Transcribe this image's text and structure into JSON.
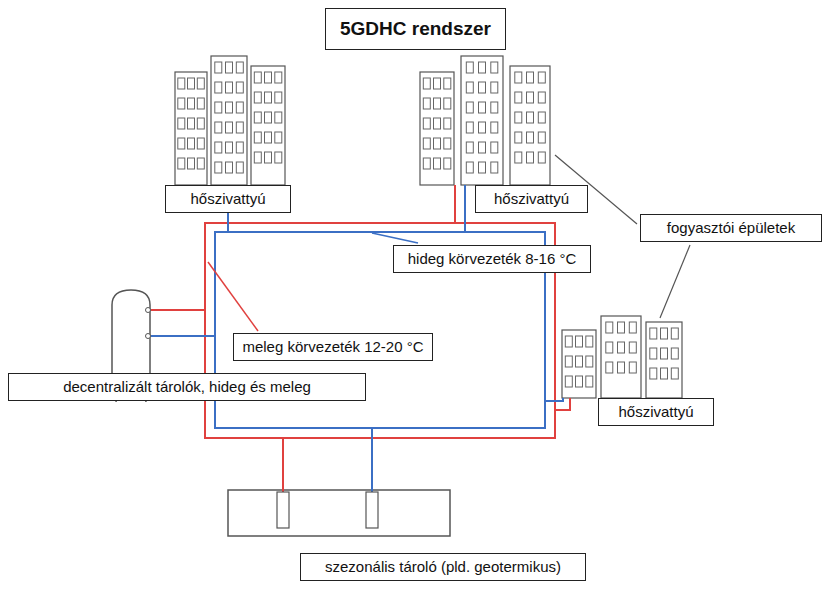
{
  "diagram": {
    "title": "5GDHC rendszer",
    "nodes": [
      {
        "text": [
          "hőszivattyú"
        ]
      },
      {
        "text": [
          "hőszivattyú"
        ]
      },
      {
        "text": [
          "fogyasztói épületek"
        ]
      },
      {
        "text": [
          "hideg körvezeték 8-16 °C"
        ]
      },
      {
        "text": [
          "meleg körvezeték 12-20 °C"
        ]
      },
      {
        "text": [
          "decentralizált tárolók, hideg és meleg"
        ]
      },
      {
        "text": [
          "hőszivattyú"
        ]
      },
      {
        "text": [
          "szezonális tároló (pld. geotermikus)"
        ]
      }
    ]
  }
}
